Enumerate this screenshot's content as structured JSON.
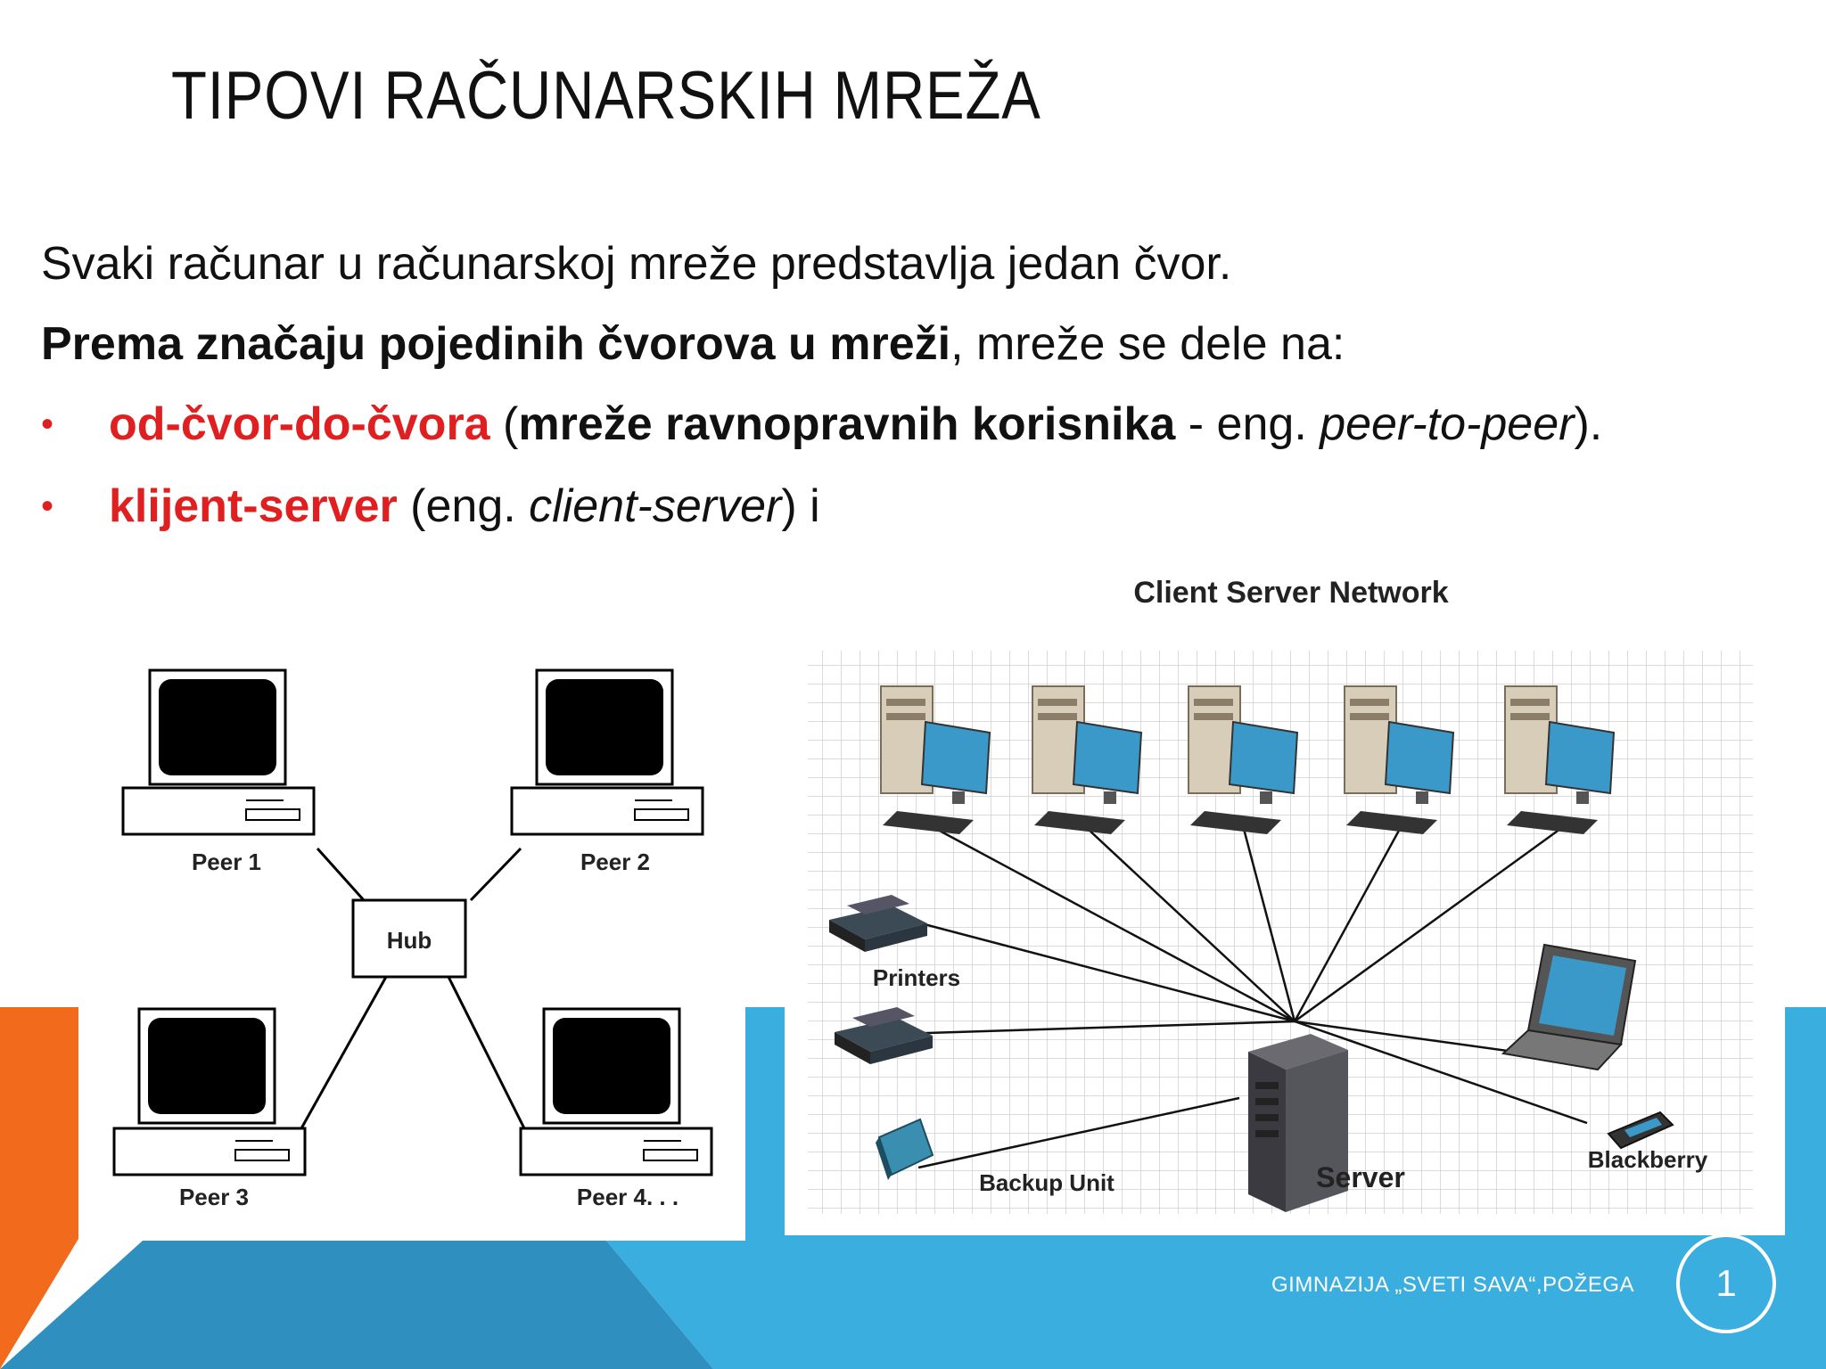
{
  "slide": {
    "title": "TIPOVI RAČUNARSKIH MREŽA",
    "line1": "Svaki računar u računarskoj mreže predstavlja jedan čvor.",
    "line2_bold": "Prema značaju pojedinih čvorova u mreži",
    "line2_rest": ", mreže se dele na:",
    "bullets": [
      {
        "red": "od-čvor-do-čvora",
        "p1": " (",
        "bold": "mreže ravnopravnih korisnika",
        "p2": " - eng. ",
        "italic": "peer-to-peer",
        "p3": ")."
      },
      {
        "red": "klijent-server",
        "p1": " (eng. ",
        "italic": "client-server",
        "p2": ") i"
      }
    ],
    "footer": "GIMNAZIJA „SVETI SAVA“,POŽEGA",
    "page_number": "1"
  },
  "p2p_diagram": {
    "hub_label": "Hub",
    "peers": [
      "Peer 1",
      "Peer 2",
      "Peer 3",
      "Peer 4. . ."
    ]
  },
  "cs_diagram": {
    "title": "Client Server Network",
    "printers_label": "Printers",
    "backup_label": "Backup Unit",
    "server_label": "Server",
    "blackberry_label": "Blackberry"
  },
  "colors": {
    "accent_orange": "#f26b1d",
    "accent_blue": "#3aaedf",
    "accent_dark_blue": "#2f8fbf",
    "highlight_red": "#e02020"
  }
}
